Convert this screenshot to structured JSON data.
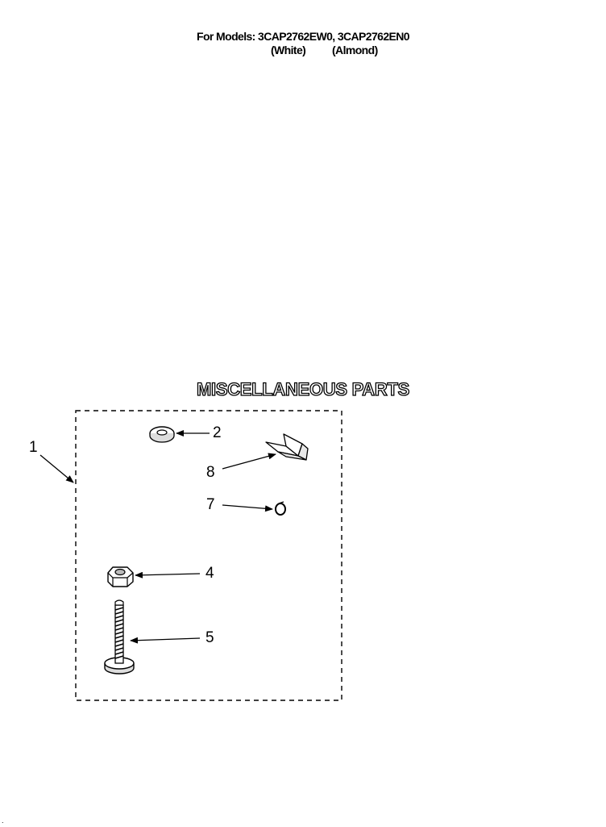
{
  "header": {
    "models_line": "For Models: 3CAP2762EW0, 3CAP2762EN0",
    "color_white": "(White)",
    "color_almond": "(Almond)"
  },
  "section": {
    "title": "MISCELLANEOUS PARTS"
  },
  "callouts": {
    "item_1": "1",
    "item_2": "2",
    "item_4": "4",
    "item_5": "5",
    "item_7": "7",
    "item_8": "8"
  },
  "footer": {
    "mark": "."
  }
}
